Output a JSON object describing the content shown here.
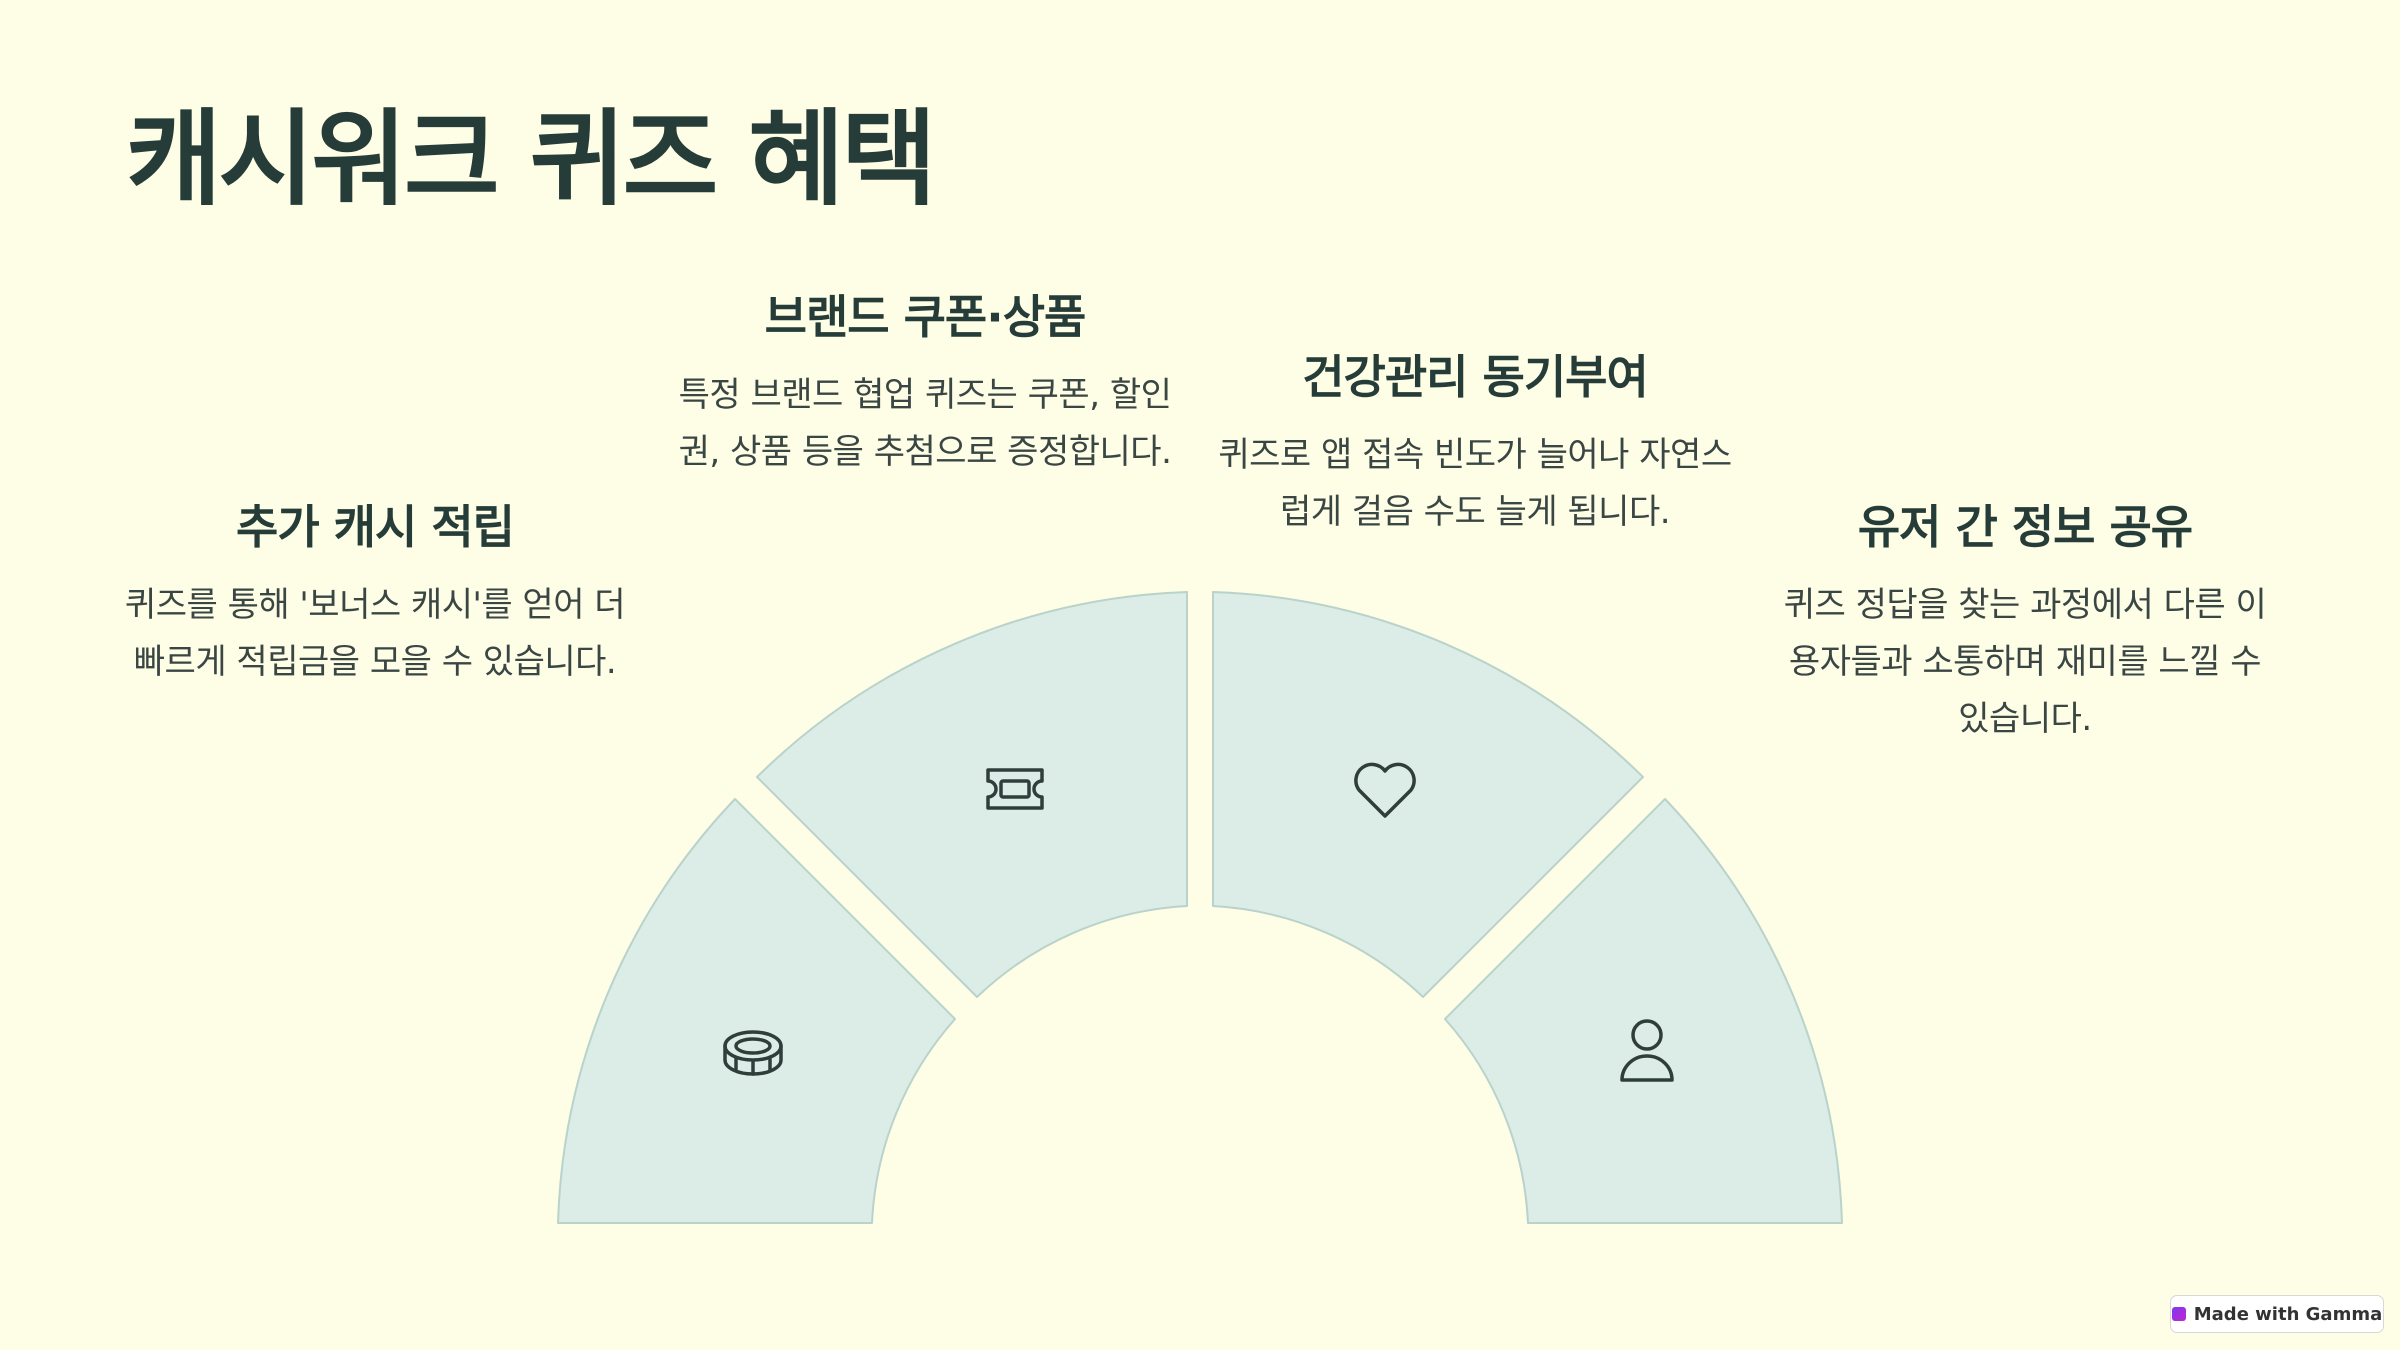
{
  "title": "캐시워크 퀴즈 혜택",
  "items": [
    {
      "heading": "추가 캐시 적립",
      "text": "퀴즈를 통해 '보너스 캐시'를 얻어 더 빠르게 적립금을 모을 수 있습니다.",
      "icon": "coin-icon"
    },
    {
      "heading": "브랜드 쿠폰·상품",
      "text": "특정 브랜드 협업 퀴즈는 쿠폰, 할인권, 상품 등을 추첨으로 증정합니다.",
      "icon": "ticket-icon"
    },
    {
      "heading": "건강관리 동기부여",
      "text": "퀴즈로 앱 접속 빈도가 늘어나 자연스럽게 걸음 수도 늘게 됩니다.",
      "icon": "heart-icon"
    },
    {
      "heading": "유저 간 정보 공유",
      "text": "퀴즈 정답을 찾는 과정에서 다른 이용자들과 소통하며 재미를 느낄 수 있습니다.",
      "icon": "user-icon"
    }
  ],
  "badge": {
    "label": "Made with Gamma"
  },
  "colors": {
    "background": "#fefde6",
    "segment_fill": "#dbede6",
    "segment_stroke": "#b9d3cb",
    "text": "#263c38"
  }
}
